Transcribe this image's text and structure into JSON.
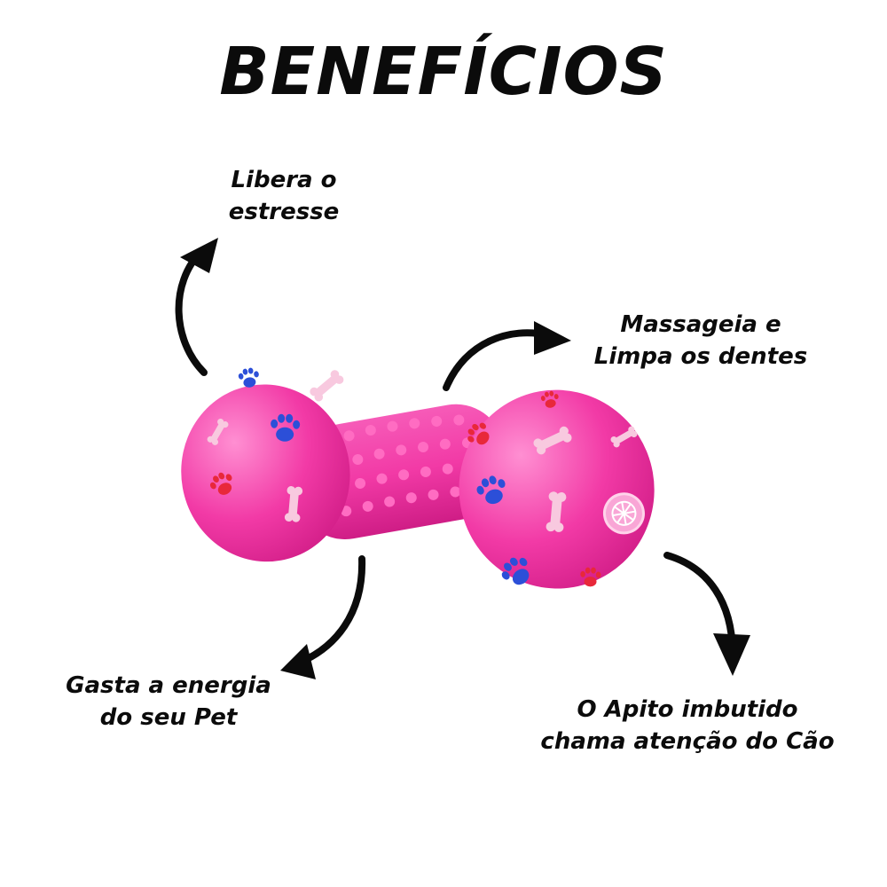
{
  "title": "BENEFÍCIOS",
  "benefits": {
    "stress": {
      "line1": "Libera o",
      "line2": "estresse"
    },
    "massage": {
      "line1": "Massageia e",
      "line2": "Limpa os dentes"
    },
    "energy": {
      "line1": "Gasta a energia",
      "line2": "do seu Pet"
    },
    "whistle": {
      "line1": "O Apito imbutido",
      "line2": "chama atenção do Cão"
    }
  },
  "colors": {
    "toy_pink": "#f23aa6",
    "toy_highlight": "#ff7fcb",
    "paw_blue": "#2c4fd8",
    "paw_red": "#e8283a",
    "bone_light": "#f8c9df",
    "ink": "#0b0b0b"
  }
}
